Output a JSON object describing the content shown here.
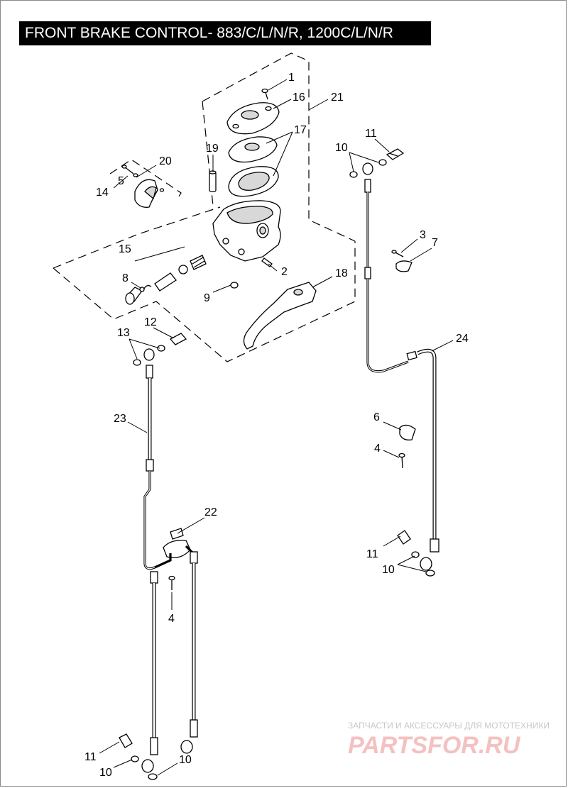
{
  "title": "FRONT BRAKE CONTROL- 883/C/L/N/R, 1200C/L/N/R",
  "callouts": [
    {
      "id": "c1",
      "label": "1"
    },
    {
      "id": "c16",
      "label": "16"
    },
    {
      "id": "c21",
      "label": "21"
    },
    {
      "id": "c17",
      "label": "17"
    },
    {
      "id": "c19",
      "label": "19"
    },
    {
      "id": "c20",
      "label": "20"
    },
    {
      "id": "c5",
      "label": "5"
    },
    {
      "id": "c14",
      "label": "14"
    },
    {
      "id": "c15",
      "label": "15"
    },
    {
      "id": "c8",
      "label": "8"
    },
    {
      "id": "c2",
      "label": "2"
    },
    {
      "id": "c9",
      "label": "9"
    },
    {
      "id": "c18",
      "label": "18"
    },
    {
      "id": "c11a",
      "label": "11"
    },
    {
      "id": "c10a",
      "label": "10"
    },
    {
      "id": "c3",
      "label": "3"
    },
    {
      "id": "c7",
      "label": "7"
    },
    {
      "id": "c24",
      "label": "24"
    },
    {
      "id": "c13",
      "label": "13"
    },
    {
      "id": "c12",
      "label": "12"
    },
    {
      "id": "c23",
      "label": "23"
    },
    {
      "id": "c6",
      "label": "6"
    },
    {
      "id": "c4a",
      "label": "4"
    },
    {
      "id": "c22",
      "label": "22"
    },
    {
      "id": "c11b",
      "label": "11"
    },
    {
      "id": "c10b",
      "label": "10"
    },
    {
      "id": "c4b",
      "label": "4"
    },
    {
      "id": "c11c",
      "label": "11"
    },
    {
      "id": "c10c",
      "label": "10"
    },
    {
      "id": "c10d",
      "label": "10"
    }
  ],
  "watermark": {
    "tagline": "ЗАПЧАСТИ И АКСЕССУАРЫ ДЛЯ МОТОТЕХНИКИ",
    "logo": "PARTSFOR.RU",
    "logo_color": "#e05050"
  },
  "colors": {
    "title_bg": "#000000",
    "title_fg": "#ffffff",
    "line": "#000000"
  }
}
